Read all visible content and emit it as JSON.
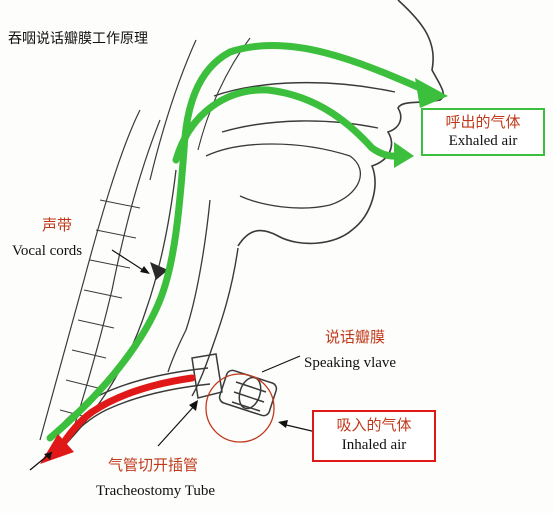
{
  "title": "吞咽说话瓣膜工作原理",
  "colors": {
    "exhaled": "#3cbf3c",
    "inhaled": "#e01818",
    "label_zh": "#c0391b",
    "line": "#3a3a3a"
  },
  "labels": {
    "exhaled_zh": "呼出的气体",
    "exhaled_en": "Exhaled air",
    "vocal_zh": "声带",
    "vocal_en": "Vocal cords",
    "valve_zh": "说话瓣膜",
    "valve_en": "Speaking vlave",
    "inhaled_zh": "吸入的气体",
    "inhaled_en": "Inhaled air",
    "tube_zh": "气管切开插管",
    "tube_en": "Tracheostomy Tube"
  }
}
